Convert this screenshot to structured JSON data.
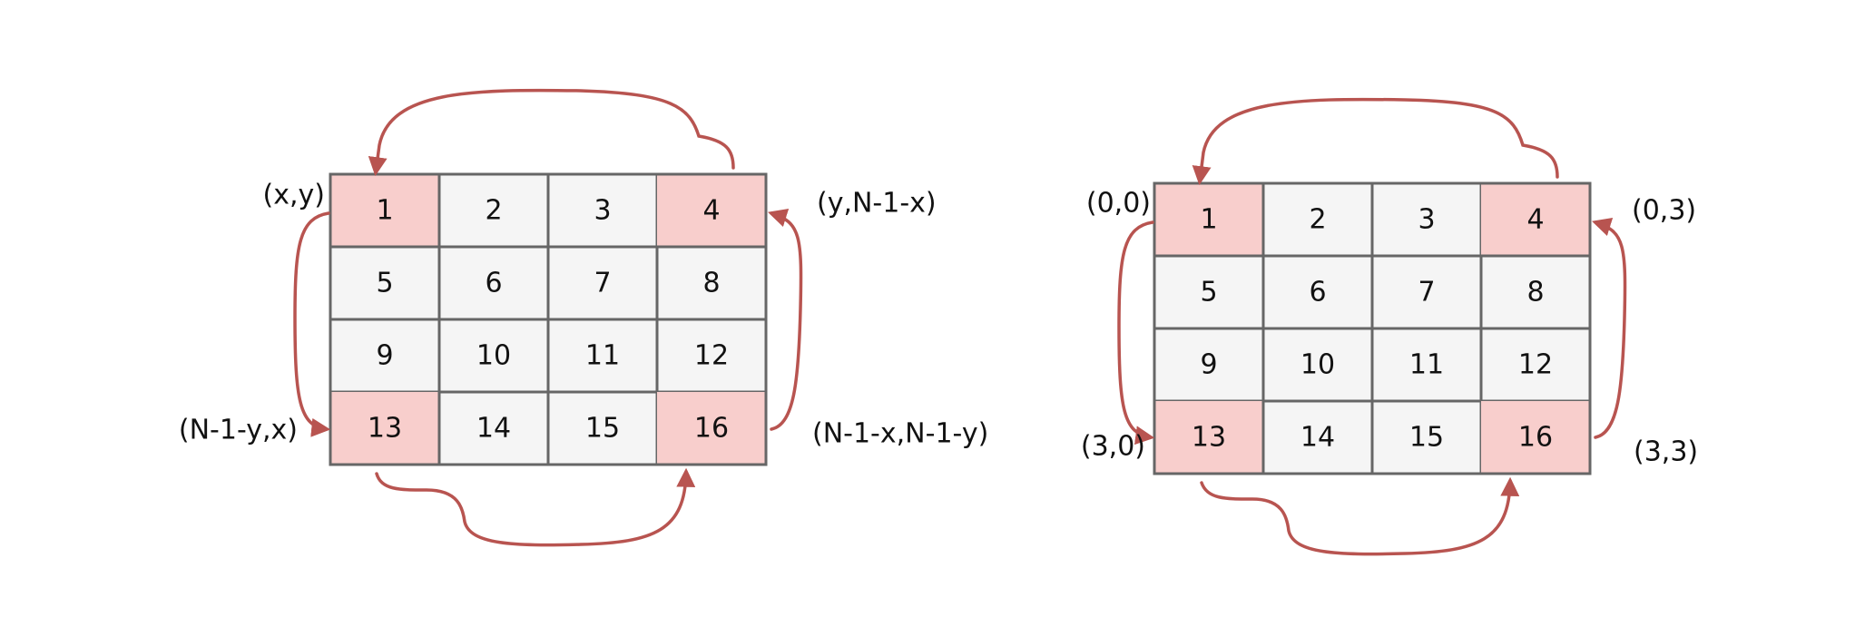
{
  "colors": {
    "highlight": "#f8cecc",
    "cell": "#f5f5f5",
    "grid": "#666666",
    "arrow": "#b85450",
    "text": "#111111"
  },
  "diagrams": [
    {
      "id": "left",
      "cells": [
        [
          "1",
          "2",
          "3",
          "4"
        ],
        [
          "5",
          "6",
          "7",
          "8"
        ],
        [
          "9",
          "10",
          "11",
          "12"
        ],
        [
          "13",
          "14",
          "15",
          "16"
        ]
      ],
      "highlighted": [
        [
          0,
          0
        ],
        [
          0,
          3
        ],
        [
          3,
          0
        ],
        [
          3,
          3
        ]
      ],
      "corner_labels": {
        "top_left": "(x,y)",
        "top_right": "(y,N-1-x)",
        "bottom_left": "(N-1-y,x)",
        "bottom_right": "(N-1-x,N-1-y)"
      }
    },
    {
      "id": "right",
      "cells": [
        [
          "1",
          "2",
          "3",
          "4"
        ],
        [
          "5",
          "6",
          "7",
          "8"
        ],
        [
          "9",
          "10",
          "11",
          "12"
        ],
        [
          "13",
          "14",
          "15",
          "16"
        ]
      ],
      "highlighted": [
        [
          0,
          0
        ],
        [
          0,
          3
        ],
        [
          3,
          0
        ],
        [
          3,
          3
        ]
      ],
      "corner_labels": {
        "top_left": "(0,0)",
        "top_right": "(0,3)",
        "bottom_left": "(3,0)",
        "bottom_right": "(3,3)"
      }
    }
  ]
}
